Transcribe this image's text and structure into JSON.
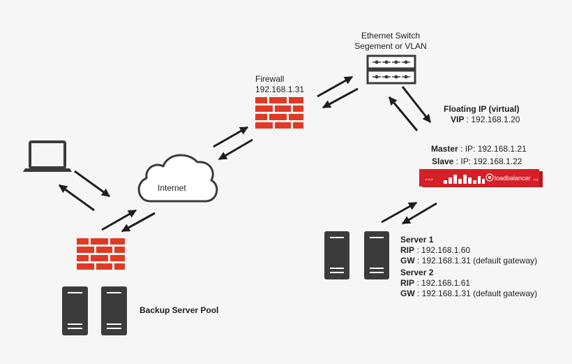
{
  "switch": {
    "line1": "Ethernet Switch",
    "line2": "Segement or VLAN"
  },
  "firewall": {
    "name": "Firewall",
    "ip": "192.168.1.31"
  },
  "internet": {
    "label": "Internet"
  },
  "floating_ip": {
    "title": "Floating IP (virtual)",
    "vip_key": "VIP",
    "vip_value": " : 192.168.1.20"
  },
  "master": {
    "key": "Master",
    "value": " : IP: 192.168.1.21"
  },
  "slave": {
    "key": "Slave",
    "value": " : IP: 192.168.1.22"
  },
  "loadbalancer": {
    "brand": "loadbalancer",
    "suffix": ".org"
  },
  "servers": [
    {
      "title": "Server 1",
      "rip_key": "RIP",
      "rip_value": " : 192.168.1.60",
      "gw_key": "GW",
      "gw_value": " : 192.168.1.31 (default gateway)"
    },
    {
      "title": "Server 2",
      "rip_key": "RIP",
      "rip_value": " : 192.168.1.61",
      "gw_key": "GW",
      "gw_value": " : 192.168.1.31 (default gateway)"
    }
  ],
  "backup_pool": {
    "label": "Backup Server Pool"
  },
  "colors": {
    "brick": "#e03a25",
    "device": "#3b3b3b",
    "background": "#f6f6f6",
    "loadbalancer": "#d62027"
  },
  "icons": [
    "laptop-icon",
    "firewall-icon",
    "cloud-icon",
    "switch-icon",
    "loadbalancer-icon",
    "server-icon",
    "arrow-icon"
  ]
}
